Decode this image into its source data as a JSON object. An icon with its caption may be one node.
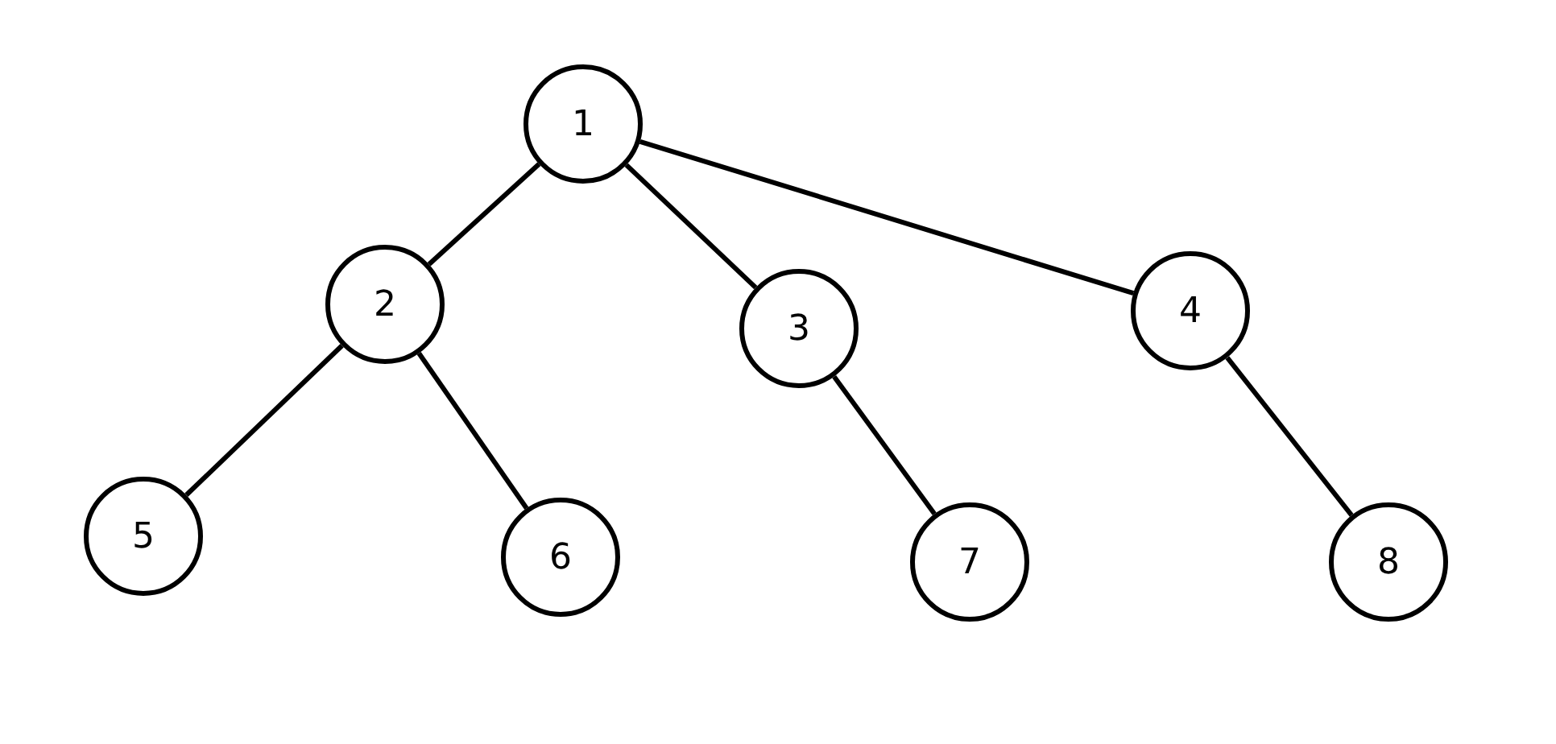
{
  "diagram": {
    "nodes": [
      {
        "text": [
          "1"
        ]
      },
      {
        "text": [
          "2"
        ]
      },
      {
        "text": [
          "3"
        ]
      },
      {
        "text": [
          "4"
        ]
      },
      {
        "text": [
          "5"
        ]
      },
      {
        "text": [
          "6"
        ]
      },
      {
        "text": [
          "7"
        ]
      },
      {
        "text": [
          "8"
        ]
      }
    ],
    "edges": [
      {
        "from": 0,
        "to": 1,
        "arrow": "none"
      },
      {
        "from": 0,
        "to": 2,
        "arrow": "none"
      },
      {
        "from": 0,
        "to": 3,
        "arrow": "none"
      },
      {
        "from": 1,
        "to": 4,
        "arrow": "none"
      },
      {
        "from": 1,
        "to": 5,
        "arrow": "none"
      },
      {
        "from": 2,
        "to": 6,
        "arrow": "none"
      },
      {
        "from": 3,
        "to": 7,
        "arrow": "none"
      }
    ]
  }
}
